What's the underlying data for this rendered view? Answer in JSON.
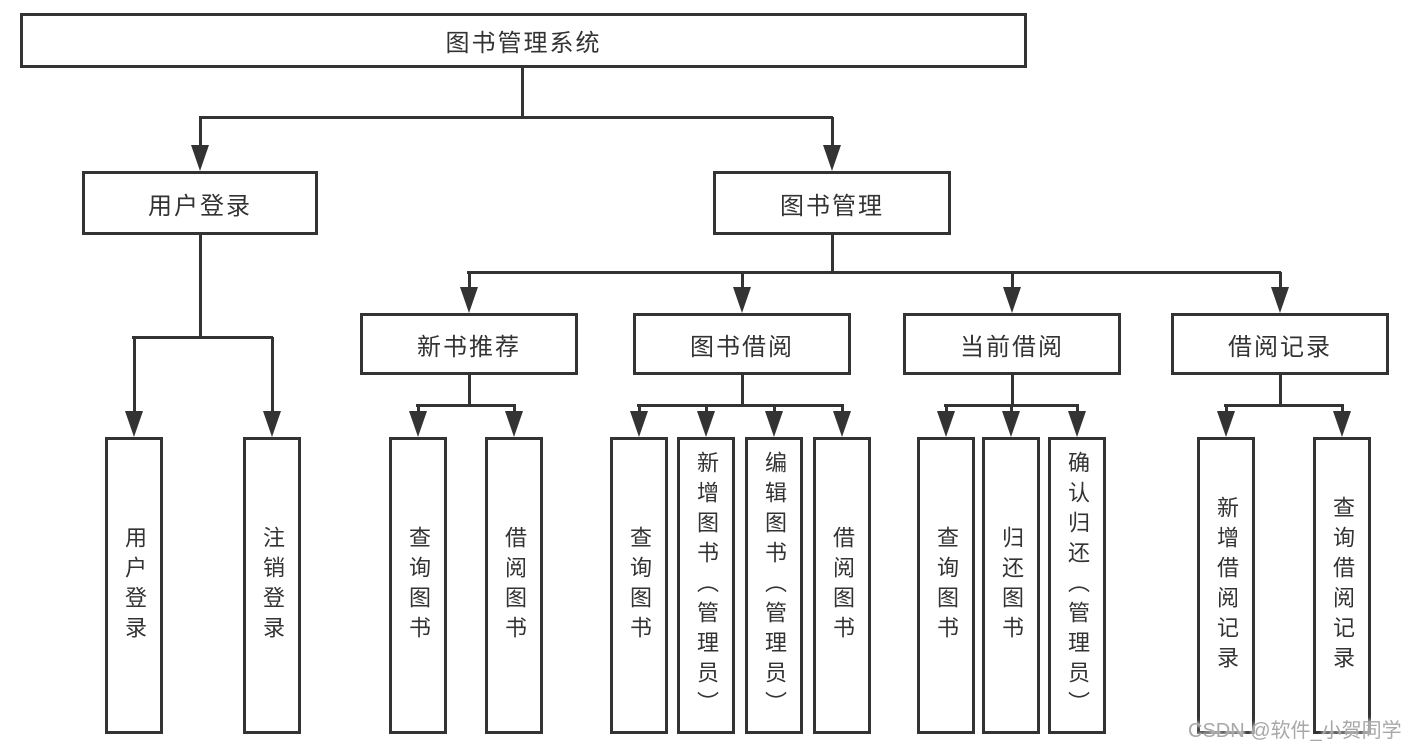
{
  "diagram": {
    "root": {
      "label": "图书管理系统"
    },
    "branches": [
      {
        "label": "用户登录",
        "children": [
          {
            "label": "用户登录"
          },
          {
            "label": "注销登录"
          }
        ]
      },
      {
        "label": "图书管理",
        "children": [
          {
            "label": "新书推荐",
            "children": [
              {
                "label": "查询图书"
              },
              {
                "label": "借阅图书"
              }
            ]
          },
          {
            "label": "图书借阅",
            "children": [
              {
                "label": "查询图书"
              },
              {
                "label": "新增图书（管理员）"
              },
              {
                "label": "编辑图书（管理员）"
              },
              {
                "label": "借阅图书"
              }
            ]
          },
          {
            "label": "当前借阅",
            "children": [
              {
                "label": "查询图书"
              },
              {
                "label": "归还图书"
              },
              {
                "label": "确认归还（管理员）"
              }
            ]
          },
          {
            "label": "借阅记录",
            "children": [
              {
                "label": "新增借阅记录"
              },
              {
                "label": "查询借阅记录"
              }
            ]
          }
        ]
      }
    ]
  },
  "watermark": {
    "text": "CSDN @软件_小贺同学"
  },
  "colors": {
    "line": "#333333",
    "text": "#333333",
    "watermark": "#a8a8a8",
    "background": "#ffffff"
  }
}
